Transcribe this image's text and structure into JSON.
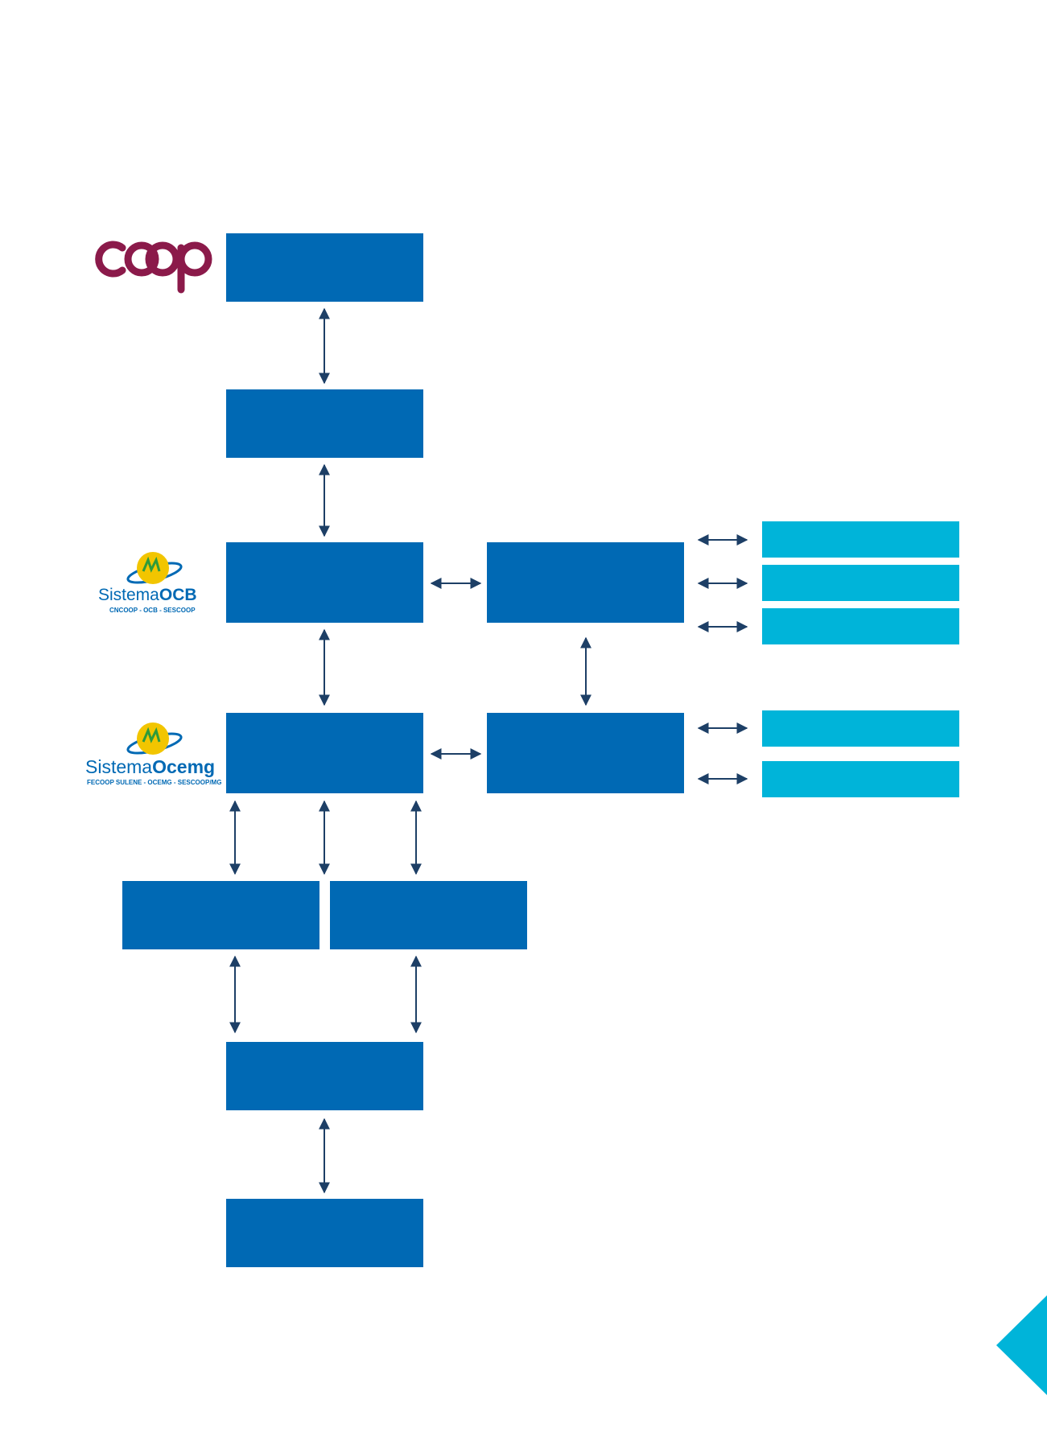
{
  "colors": {
    "box": "#0069b4",
    "side_box": "#00b4d9",
    "arrow": "#1d3f66",
    "coop_logo": "#8b1a4a",
    "ocb_blue": "#0069b4",
    "sphere": "#f2c500"
  },
  "logos": {
    "coop": {
      "text": "coop"
    },
    "ocb": {
      "name_light": "Sistema",
      "name_bold": "OCB",
      "tagline": "CNCOOP - OCB - SESCOOP"
    },
    "ocemg": {
      "name_light": "Sistema",
      "name_bold": "Ocemg",
      "tagline": "FECOOP SULENE - OCEMG - SESCOOP/MG"
    }
  },
  "decor": {
    "corner_tab": "cyan-triangle"
  }
}
